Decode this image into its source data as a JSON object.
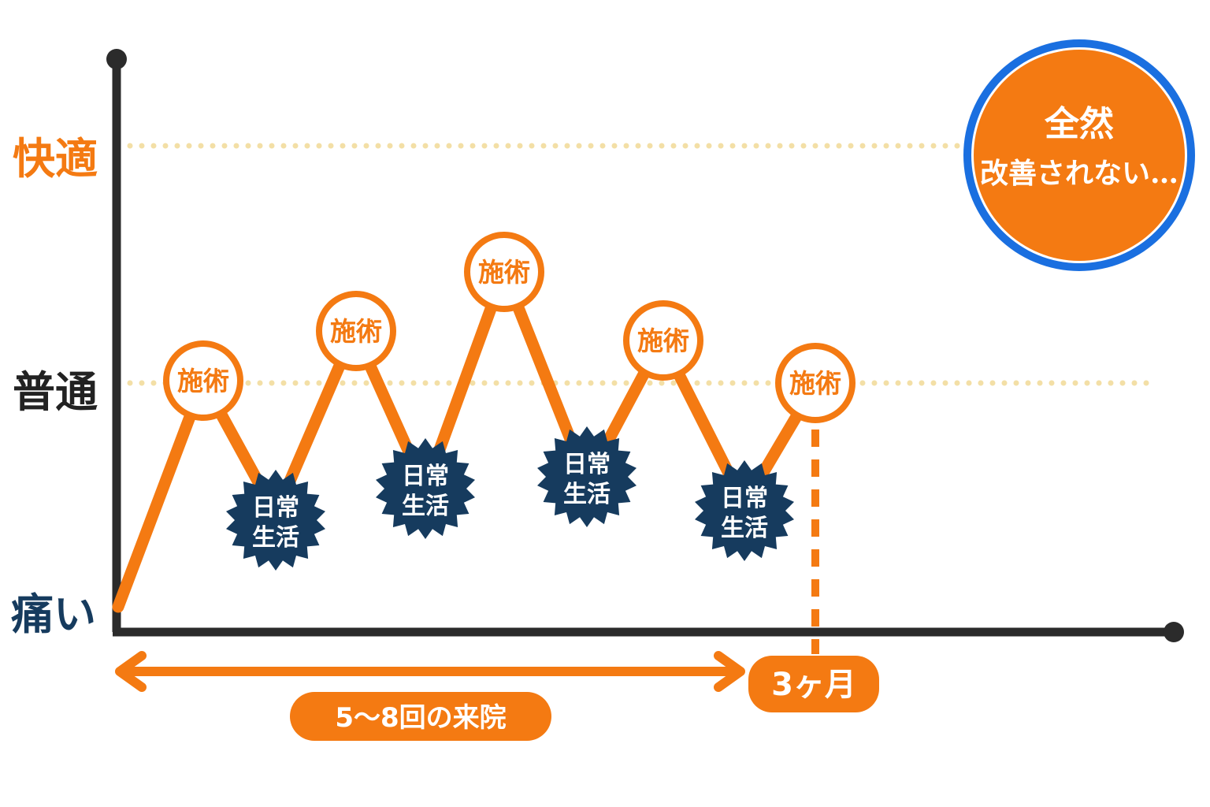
{
  "y_levels": {
    "comfortable": "快適",
    "normal": "普通",
    "pain": "痛い"
  },
  "treatment_label": "施術",
  "daily_life_label": [
    "日常",
    "生活"
  ],
  "callout": [
    "全然",
    "改善されない…"
  ],
  "period_label": "5〜8回の来院",
  "duration_label": "3ヶ月",
  "colors": {
    "accent_orange": "#f47a12",
    "navy": "#163b5e",
    "callout_border": "#1a6fe0",
    "axis": "#2b2b2b",
    "guide_dots": "#f3dfa6"
  }
}
